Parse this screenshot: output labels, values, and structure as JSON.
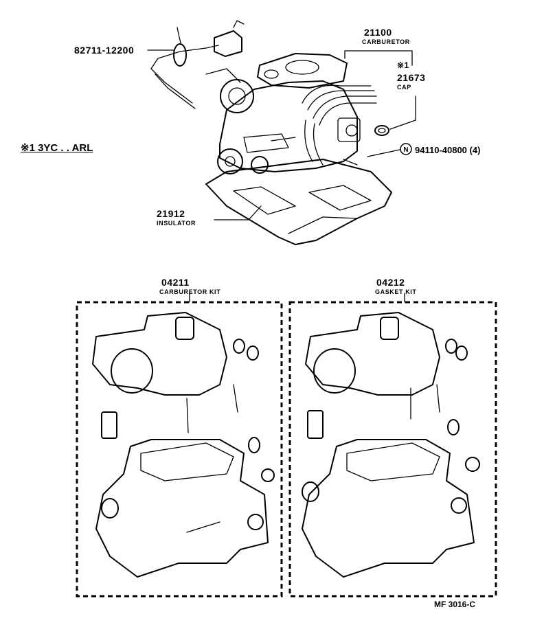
{
  "variant_note": "※1 3YC . . ARL",
  "parts": {
    "connector": {
      "number": "82711-12200"
    },
    "carburetor": {
      "number": "21100",
      "name": "CARBURETOR"
    },
    "cap": {
      "mark": "※1",
      "number": "21673",
      "name": "CAP"
    },
    "nut": {
      "symbol": "N",
      "number": "94110-40800 (4)"
    },
    "insulator": {
      "number": "21912",
      "name": "INSULATOR"
    }
  },
  "kits": {
    "carburetor_kit": {
      "number": "04211",
      "name": "CARBURETOR KIT"
    },
    "gasket_kit": {
      "number": "04212",
      "name": "GASKET KIT"
    }
  },
  "figure_code": "MF 3016-C",
  "icons": [
    "carburetor-assembly-drawing",
    "kit-parts-drawing",
    "nut-symbol-icon"
  ]
}
